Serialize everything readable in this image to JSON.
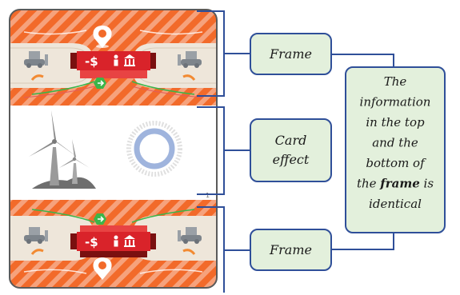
{
  "card": {
    "top_banner": "-$",
    "bottom_banner": "-$",
    "page_number": "1",
    "icons": {
      "location": "location-pin-icon",
      "bulldozer": "bulldozer-icon",
      "undo": "curved-arrow-icon",
      "green_badge": "green-arrow-badge-icon",
      "person": "person-icon",
      "building": "bank-building-icon",
      "wind_turbine": "wind-turbine-icon",
      "ring": "ring-target-icon"
    },
    "colors": {
      "stripe_orange": "#f26a2a",
      "stripe_light": "#f6a27c",
      "banner_red": "#d9232a",
      "banner_dark": "#7a1010",
      "road_beige": "#eee6da",
      "badge_green": "#3bb54a",
      "turbine_gray": "#8a8a8a",
      "ring_blue": "#9fb4dd"
    }
  },
  "labels": {
    "frame_top": "Frame",
    "card_effect_line1": "Card",
    "card_effect_line2": "effect",
    "frame_bottom": "Frame",
    "note_lines": [
      [
        "The"
      ],
      [
        "information"
      ],
      [
        "in the top"
      ],
      [
        "and the"
      ],
      [
        "bottom of"
      ],
      [
        "the ",
        "frame",
        " is"
      ],
      [
        "identical"
      ]
    ]
  },
  "style": {
    "box_fill": "#e3f0dc",
    "box_stroke": "#2f4f99",
    "bracket_stroke": "#2f4f99"
  }
}
